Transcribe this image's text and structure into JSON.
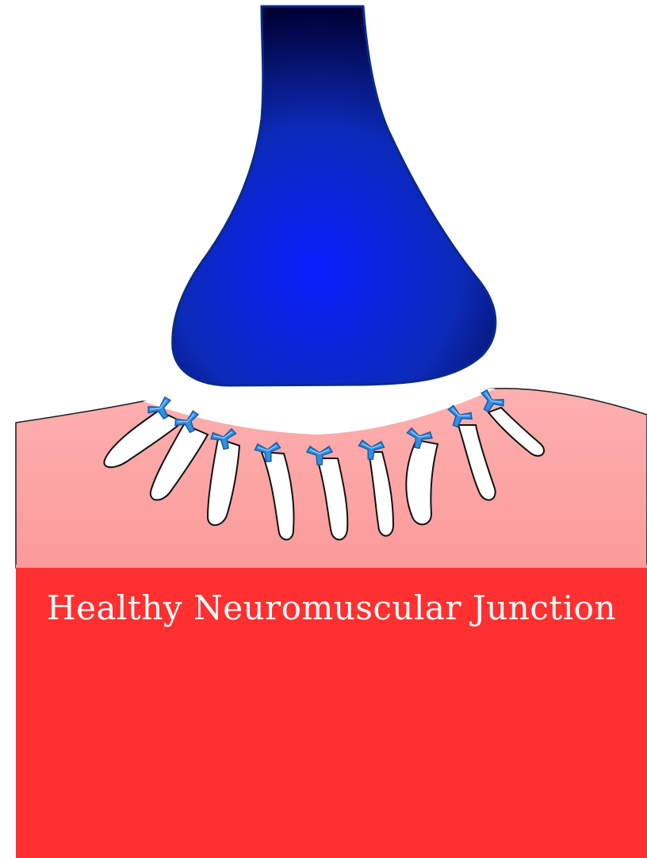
{
  "caption": "Healthy Neuromuscular Junction",
  "colors": {
    "nerve_terminal_center": "#0a1eff",
    "nerve_terminal_mid": "#0c2ab8",
    "nerve_terminal_top": "#000033",
    "nerve_terminal_outline": "#0a2a88",
    "muscle_surface": "#fc9a9a",
    "muscle_surface_light": "#fdb0b0",
    "muscle_body": "#ff3030",
    "synaptic_cleft": "#ffffff",
    "receptor_fill": "#2f8fe0",
    "receptor_highlight": "#8cc8ff",
    "receptor_outline": "#1a5aa8"
  },
  "icons": {
    "nerve_terminal": "axon-terminal-shape",
    "receptor": "acetylcholine-receptor-icon",
    "fold": "junctional-fold-shape"
  }
}
